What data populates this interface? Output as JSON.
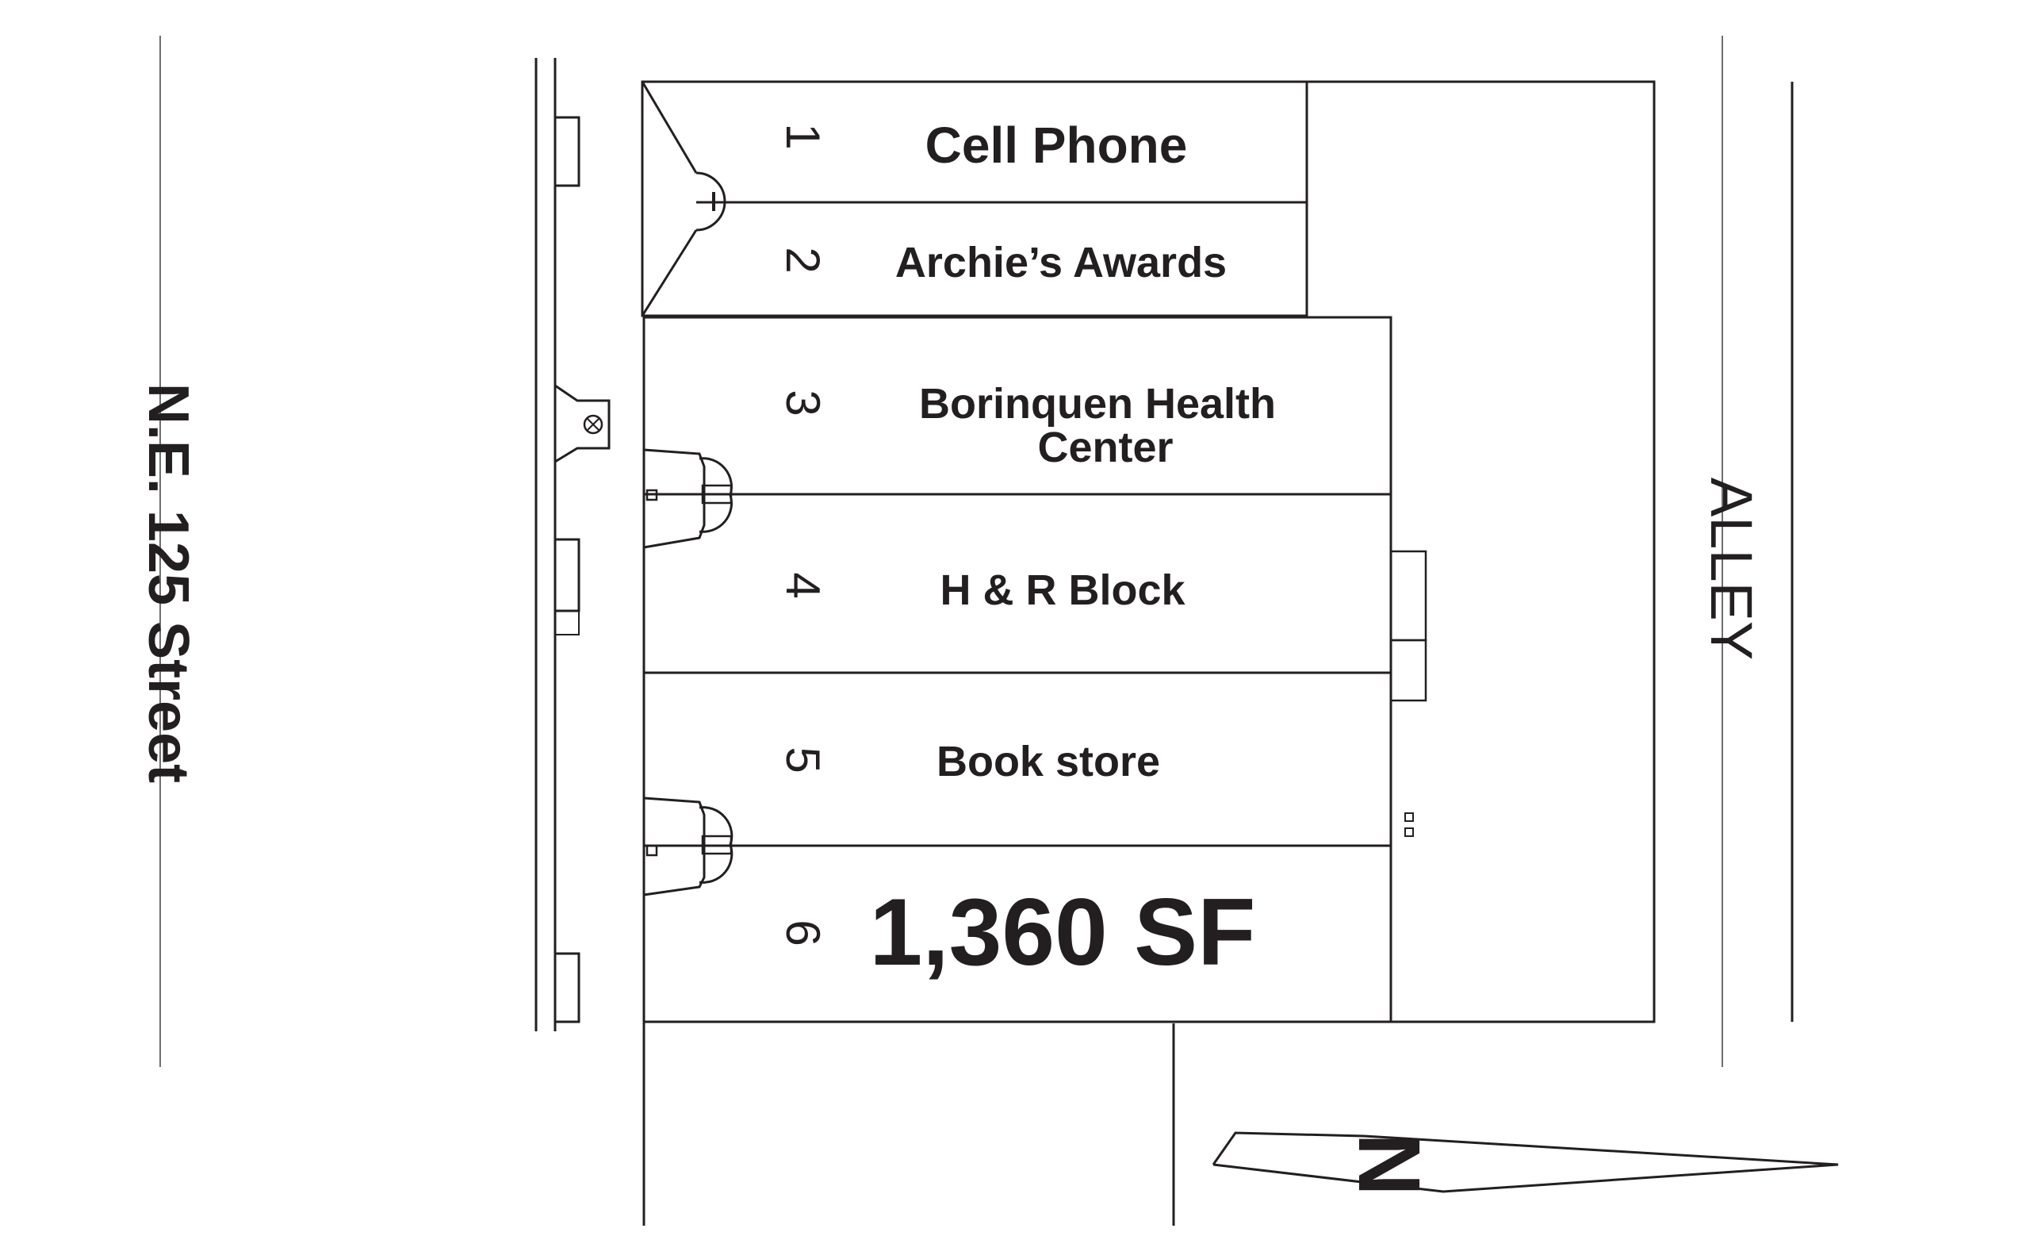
{
  "street": {
    "label": "N.E. 125 Street"
  },
  "alley": {
    "label": "ALLEY"
  },
  "north_arrow": {
    "label": "N"
  },
  "units": [
    {
      "number": "1",
      "tenant": "Cell Phone"
    },
    {
      "number": "2",
      "tenant": "Archie’s Awards"
    },
    {
      "number": "3",
      "tenant_line1": "Borinquen Health",
      "tenant_line2": "Center"
    },
    {
      "number": "4",
      "tenant": "H & R Block"
    },
    {
      "number": "5",
      "tenant": "Book store"
    },
    {
      "number": "6",
      "tenant": "1,360 SF"
    }
  ],
  "colors": {
    "ink": "#231f20",
    "guide": "#6d6e71",
    "background": "#ffffff"
  }
}
